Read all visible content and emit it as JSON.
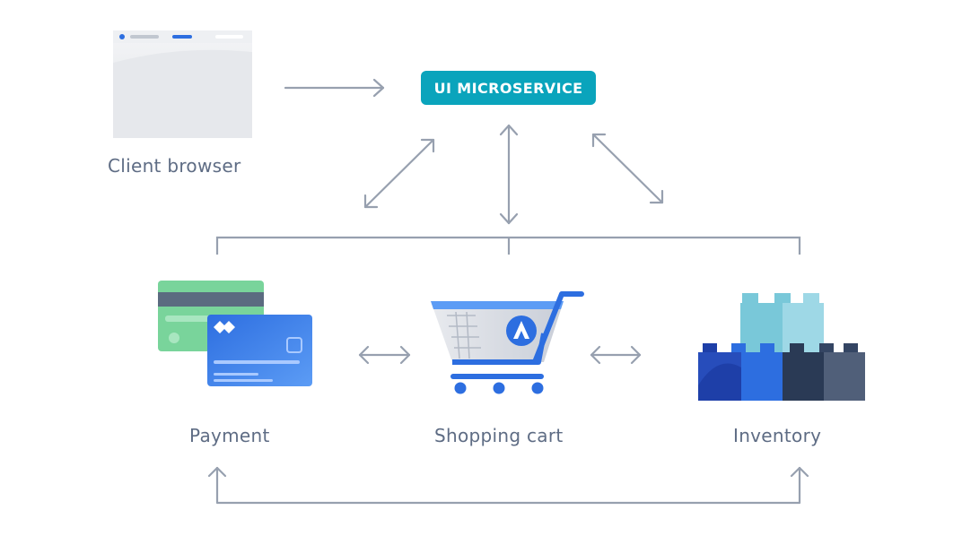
{
  "nodes": {
    "ui_microservice": "UI MICROSERVICE",
    "client_browser": "Client browser",
    "payment": "Payment",
    "shopping_cart": "Shopping cart",
    "inventory": "Inventory"
  },
  "edges": [
    {
      "from": "client_browser",
      "to": "ui_microservice",
      "direction": "one-way"
    },
    {
      "from": "ui_microservice",
      "to": "payment",
      "direction": "two-way"
    },
    {
      "from": "ui_microservice",
      "to": "shopping_cart",
      "direction": "two-way"
    },
    {
      "from": "ui_microservice",
      "to": "inventory",
      "direction": "two-way"
    },
    {
      "from": "payment",
      "to": "shopping_cart",
      "direction": "two-way"
    },
    {
      "from": "shopping_cart",
      "to": "inventory",
      "direction": "two-way"
    },
    {
      "from": "payment",
      "to": "inventory",
      "direction": "two-way"
    }
  ],
  "colors": {
    "accent": "#0aa4bc",
    "arrow": "#97a0af",
    "label": "#5e6c84",
    "blue": "#2d6ee0",
    "green": "#79d49b",
    "dark": "#344563",
    "teal": "#79c8d9"
  },
  "icons": {
    "browser": "browser-window-icon",
    "payment": "credit-cards-icon",
    "cart": "shopping-cart-icon",
    "inventory": "building-blocks-icon"
  }
}
